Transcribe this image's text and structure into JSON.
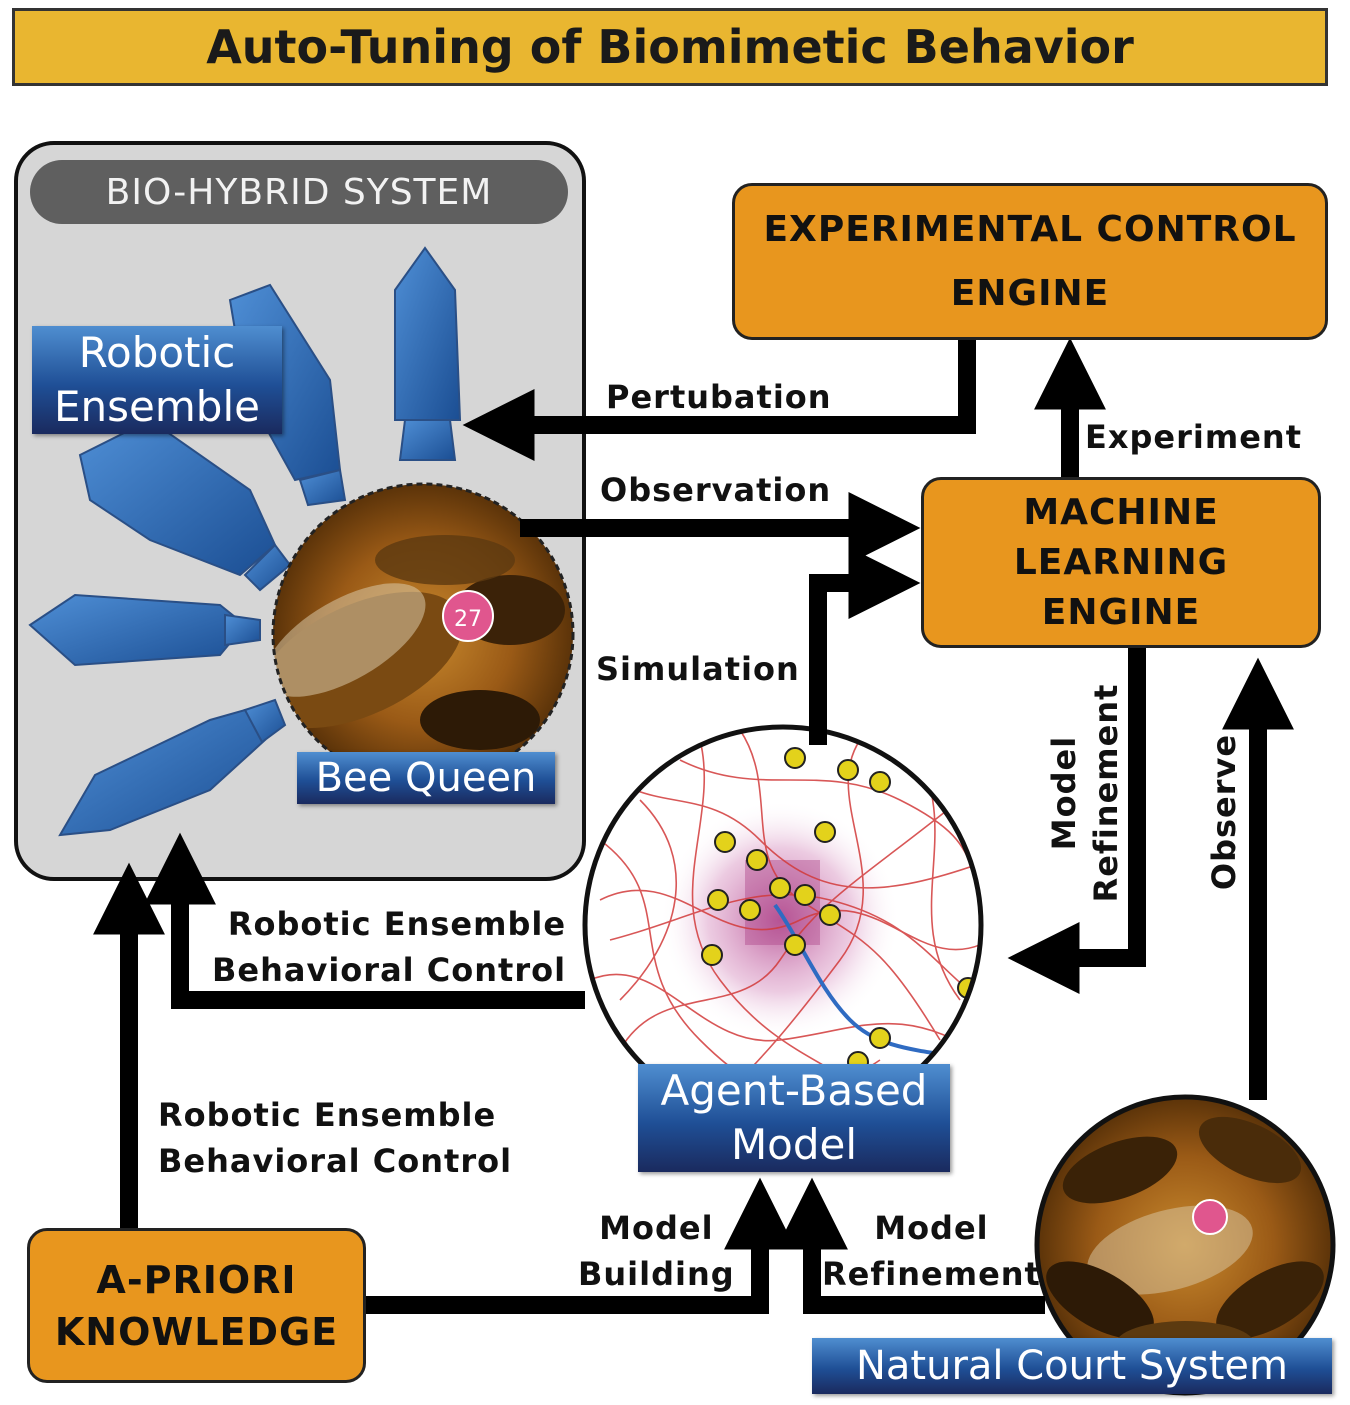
{
  "title": "Auto-Tuning of Biomimetic Behavior",
  "bio_hybrid_system": {
    "title": "BIO-HYBRID SYSTEM",
    "robotic_ensemble_label": "Robotic\nEnsemble",
    "bee_queen_label": "Bee Queen"
  },
  "boxes": {
    "experimental_control_engine": "EXPERIMENTAL CONTROL\nENGINE",
    "machine_learning_engine": "MACHINE\nLEARNING\nENGINE",
    "a_priori_knowledge": "A-PRIORI\nKNOWLEDGE"
  },
  "labels": {
    "agent_based_model": "Agent-Based\nModel",
    "natural_court_system": "Natural Court System"
  },
  "flows": {
    "pertubation": "Pertubation",
    "experiment": "Experiment",
    "observation": "Observation",
    "simulation": "Simulation",
    "model_refinement_vertical": "Model\nRefinement",
    "observe": "Observe",
    "robotic_ensemble_behavioral_control_upper": "Robotic Ensemble\nBehavioral Control",
    "robotic_ensemble_behavioral_control_lower": "Robotic Ensemble\nBehavioral Control",
    "model_building": "Model\nBuilding",
    "model_refinement_bottom": "Model\nRefinement"
  },
  "colors": {
    "title_bar": "#E9B630",
    "engine_box": "#E8961E",
    "panel_bg": "#D6D6D6",
    "robot_blue": "#2E6DB4",
    "label_blue_dark": "#1A2A5E",
    "trajectory_red": "#D23A3A",
    "arrow": "#000000"
  },
  "icons": [
    "robot-bee-icon",
    "bee-queen-photo",
    "bee-swarm-photo",
    "simulation-trajectory-plot"
  ]
}
